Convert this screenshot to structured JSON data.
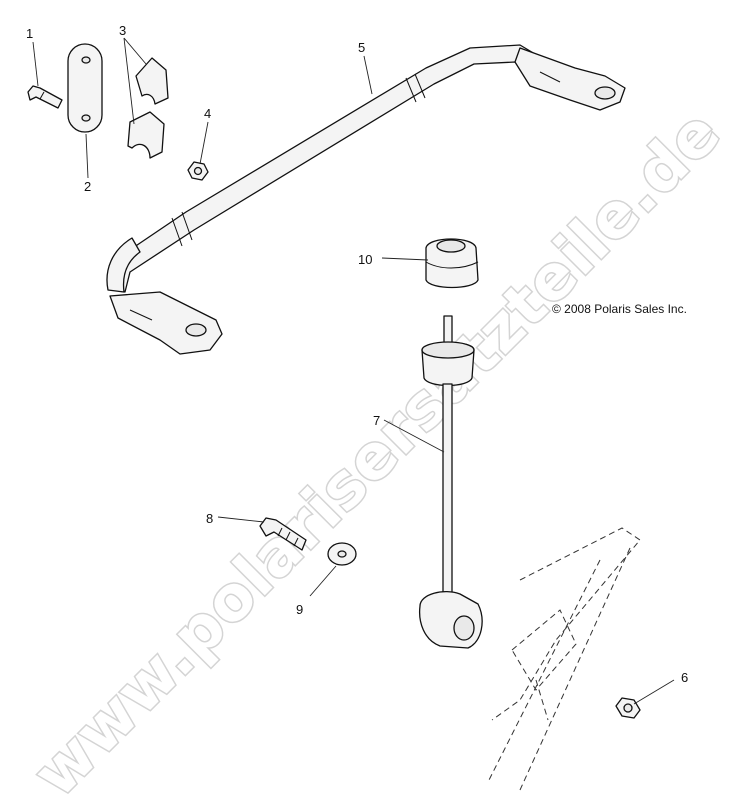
{
  "callouts": [
    "1",
    "2",
    "3",
    "4",
    "5",
    "6",
    "7",
    "8",
    "9",
    "10"
  ],
  "copyright": "© 2008 Polaris Sales Inc.",
  "watermark": "www.polarisersatzteile.de"
}
